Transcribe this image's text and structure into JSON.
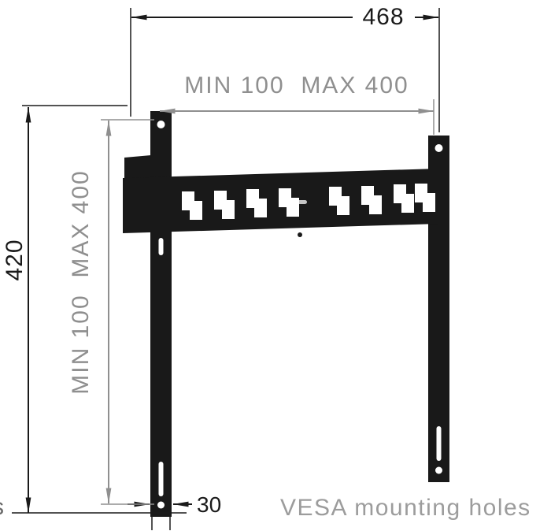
{
  "diagram": {
    "type": "tv-wall-mount-dimension-diagram",
    "caption": "VESA mounting holes",
    "edge_text_fragment": "s",
    "dimensions": {
      "overall_width": "468",
      "hole_span_horizontal": "MIN 100  MAX 400",
      "overall_height": "420",
      "hole_span_vertical": "MIN 100  MAX 400",
      "rail_width": "30"
    },
    "colors": {
      "bracket": "#191919",
      "primary_dimension": "#1a1a1a",
      "secondary_dimension": "#8f8f8f",
      "caption_text": "#9c9c9c",
      "background": "#ffffff"
    }
  }
}
